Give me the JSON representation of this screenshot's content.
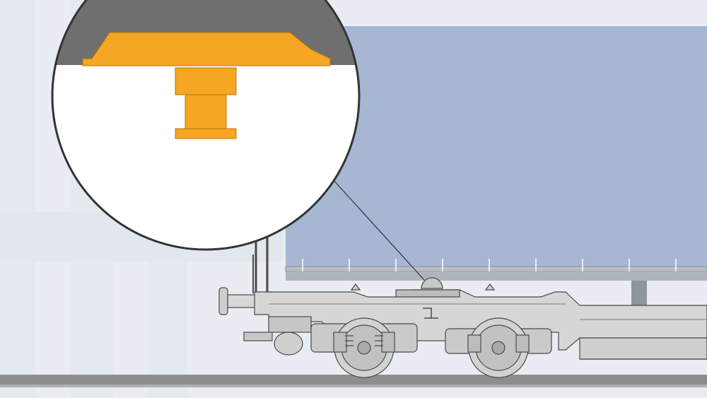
{
  "scene": {
    "colors": {
      "background": "#e9edf3",
      "background_stripes": "#dfe5ec",
      "trailer_body": "#a6b7d4",
      "trailer_rail": "#b9bec4",
      "wagon_frame": "#d6d6d6",
      "wagon_outline": "#4a4a4a",
      "kingpin": "#f5a623",
      "kingpin_outline": "#b87708",
      "magnifier_top": "#6f6f6f",
      "magnifier_bottom": "#ffffff",
      "track": "#8d8d8d"
    },
    "elements": {
      "trailer": "semi-trailer-body",
      "wagon": "pocket-wagon",
      "bogie_left": "bogie",
      "bogie_right": "bogie",
      "magnifier": "kingpin-detail-callout",
      "kingpin": "kingpin",
      "support_plate": "fifth-wheel-plate"
    }
  }
}
